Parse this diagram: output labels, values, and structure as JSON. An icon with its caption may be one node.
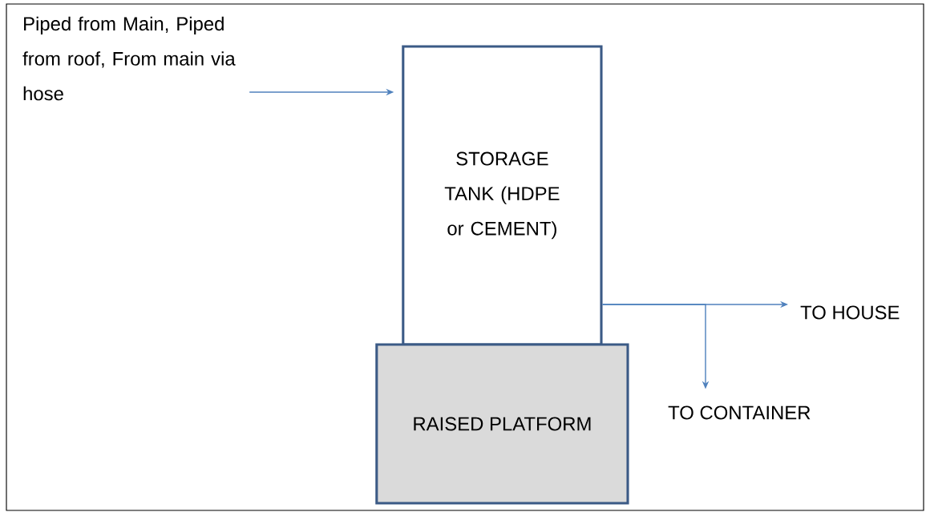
{
  "diagram": {
    "nodes": [
      {
        "text": [
          "Piped from Main, Piped from roof, From main via hose"
        ]
      },
      {
        "text": [
          "STORAGE TANK (HDPE or CEMENT)"
        ]
      },
      {
        "text": [
          "RAISED PLATFORM"
        ]
      },
      {
        "text": [
          "TO HOUSE"
        ]
      },
      {
        "text": [
          "TO CONTAINER"
        ]
      }
    ],
    "edges": [
      {
        "from": 0,
        "to": 1,
        "arrow": "to"
      },
      {
        "from": 1,
        "to": 3,
        "arrow": "to"
      },
      {
        "from": 1,
        "to": 4,
        "arrow": "to"
      }
    ]
  }
}
